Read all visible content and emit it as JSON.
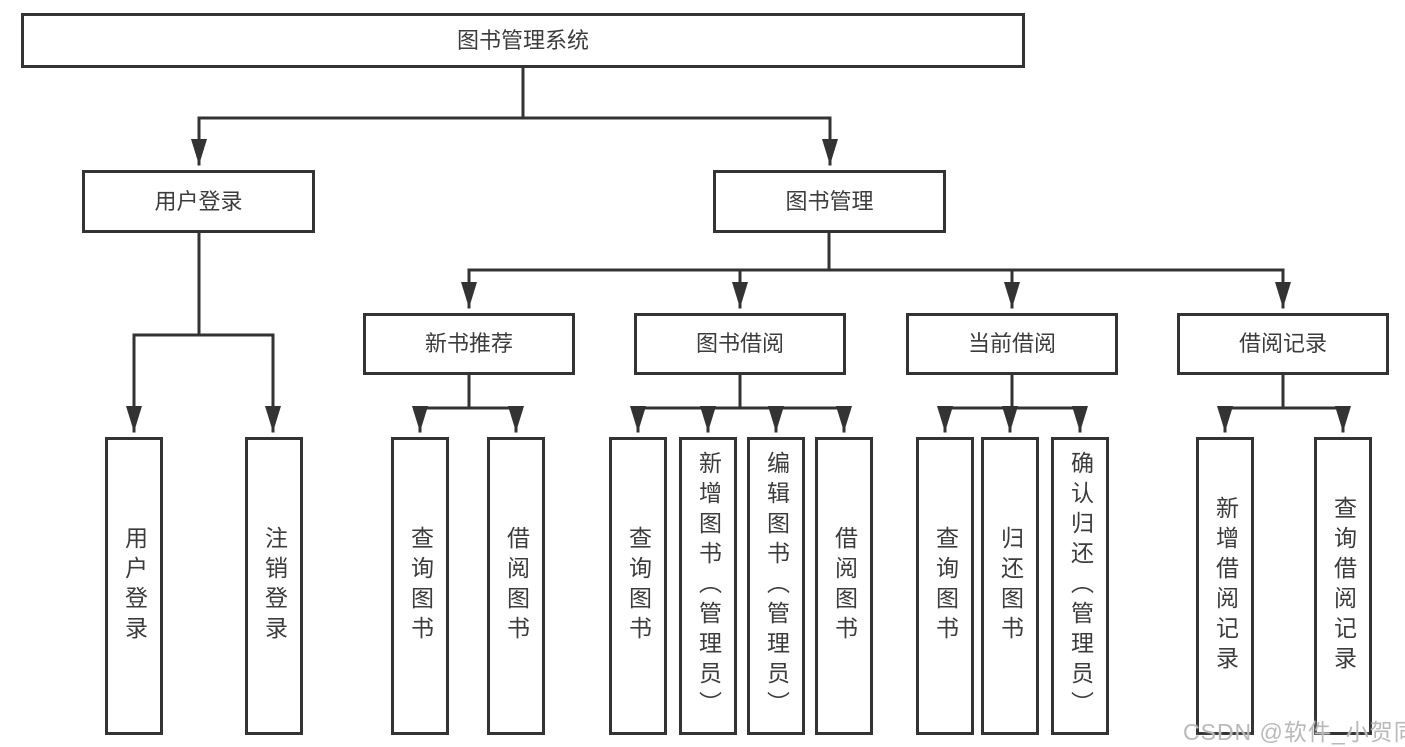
{
  "tree": {
    "root": "图书管理系统",
    "branches": [
      {
        "label": "用户登录",
        "leaves": [
          "用户登录",
          "注销登录"
        ]
      },
      {
        "label": "图书管理",
        "groups": [
          {
            "label": "新书推荐",
            "leaves": [
              "查询图书",
              "借阅图书"
            ]
          },
          {
            "label": "图书借阅",
            "leaves": [
              "查询图书",
              "新增图书（管理员）",
              "编辑图书（管理员）",
              "借阅图书"
            ]
          },
          {
            "label": "当前借阅",
            "leaves": [
              "查询图书",
              "归还图书",
              "确认归还（管理员）"
            ]
          },
          {
            "label": "借阅记录",
            "leaves": [
              "新增借阅记录",
              "查询借阅记录"
            ]
          }
        ]
      }
    ]
  },
  "watermark": {
    "text": "CSDN @软件_小贺同学",
    "color": "#b9b9b9"
  },
  "colors": {
    "line": "#333333",
    "text": "#3c3c3c",
    "background": "#ffffff"
  }
}
